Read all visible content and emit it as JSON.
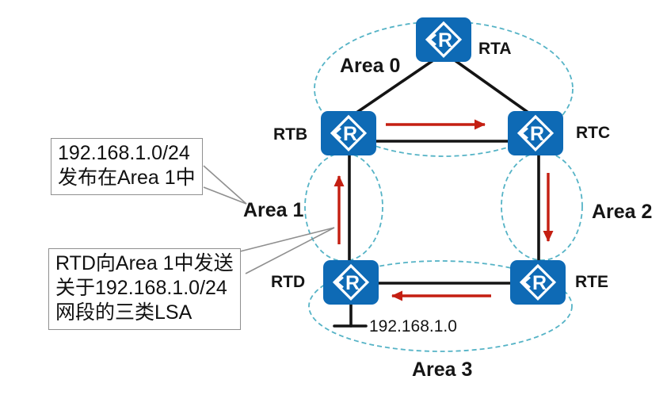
{
  "colors": {
    "router_blue": "#0e6ab5",
    "area_dashed_teal": "#55b3c6",
    "arrow_red": "#c41f12",
    "link_black": "#141414",
    "callout_border_gray": "#8f8f8f",
    "label_black": "#151515"
  },
  "router_glyph": "R",
  "routers": [
    {
      "id": "rta",
      "label": "RTA"
    },
    {
      "id": "rtb",
      "label": "RTB"
    },
    {
      "id": "rtc",
      "label": "RTC"
    },
    {
      "id": "rtd",
      "label": "RTD"
    },
    {
      "id": "rte",
      "label": "RTE"
    }
  ],
  "areas": [
    {
      "id": "area0",
      "label": "Area 0"
    },
    {
      "id": "area1",
      "label": "Area 1"
    },
    {
      "id": "area2",
      "label": "Area 2"
    },
    {
      "id": "area3",
      "label": "Area 3"
    }
  ],
  "network_segment_label": "192.168.1.0",
  "callouts": [
    {
      "lines": [
        "192.168.1.0/24",
        "发布在Area 1中"
      ]
    },
    {
      "lines": [
        "RTD向Area 1中发送",
        "关于192.168.1.0/24",
        "网段的三类LSA"
      ]
    }
  ]
}
